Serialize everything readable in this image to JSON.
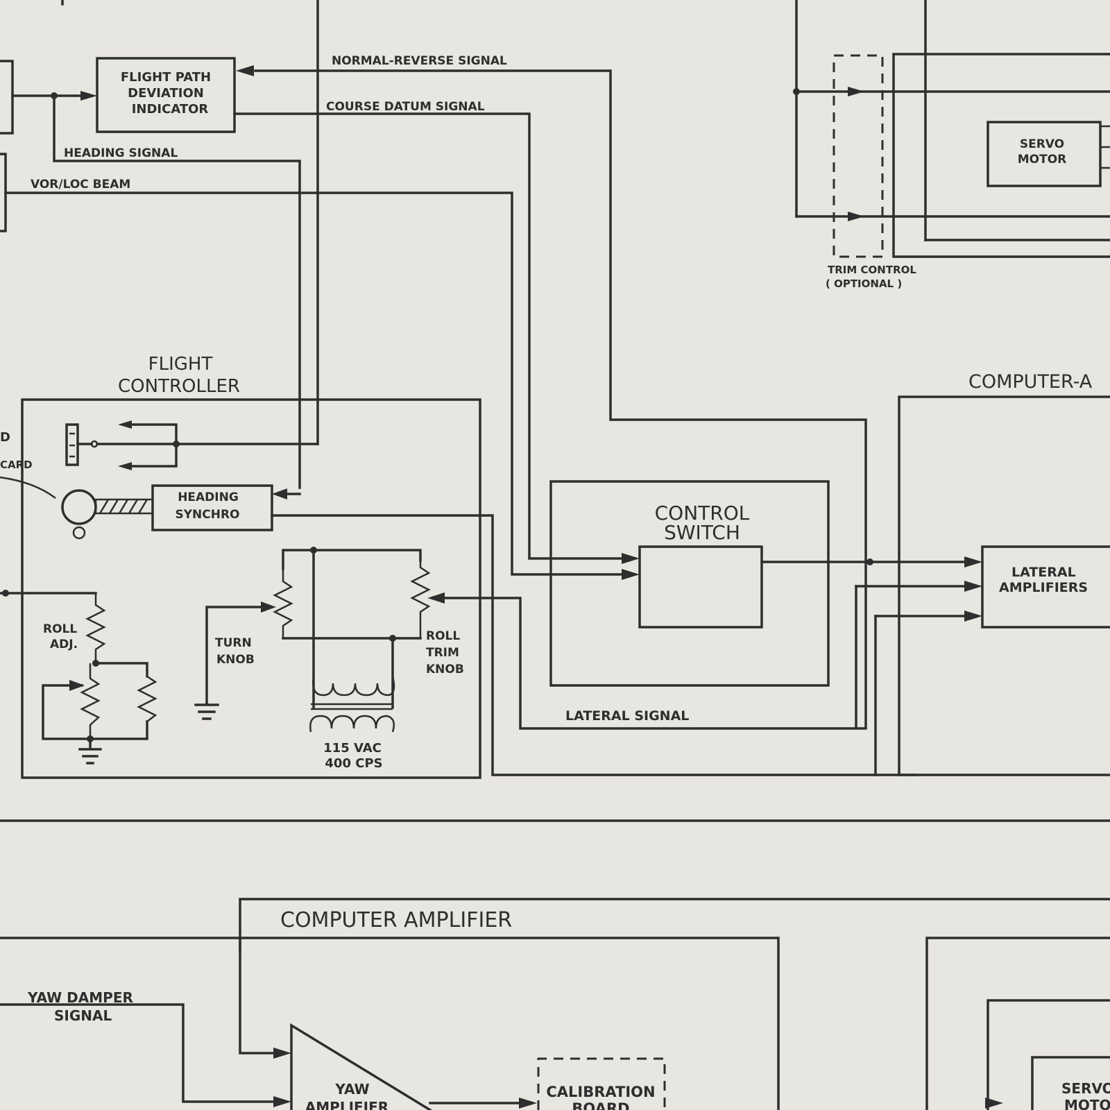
{
  "blocks": {
    "fpdi": [
      "FLIGHT PATH",
      "DEVIATION",
      "INDICATOR"
    ],
    "servo_top": [
      "SERVO",
      "MOTOR"
    ],
    "heading_synchro": [
      "HEADING",
      "SYNCHRO"
    ],
    "control_switch": [
      "CONTROL",
      "SWITCH"
    ],
    "lateral_amplifiers": [
      "LATERAL",
      "AMPLIFIERS"
    ],
    "yaw_amplifier": [
      "YAW",
      "AMPLIFIER"
    ],
    "calibration_board": [
      "CALIBRATION",
      "BOARD"
    ],
    "servo_bottom": [
      "SERVO",
      "MOTOR"
    ]
  },
  "titles": {
    "flight_controller": [
      "FLIGHT",
      "CONTROLLER"
    ],
    "computer_amplifier_right": "COMPUTER-A",
    "computer_amplifier_bottom": "COMPUTER  AMPLIFIER"
  },
  "signals": {
    "normal_reverse": "NORMAL-REVERSE  SIGNAL",
    "course_datum": "COURSE  DATUM  SIGNAL",
    "heading": "HEADING  SIGNAL",
    "vor_loc": "VOR/LOC  BEAM",
    "lateral": "LATERAL   SIGNAL",
    "yaw_damper": [
      "YAW  DAMPER",
      "SIGNAL"
    ]
  },
  "components": {
    "trim_control": [
      "TRIM CONTROL",
      "( OPTIONAL )"
    ],
    "roll_adj": [
      "ROLL",
      "ADJ."
    ],
    "turn_knob": [
      "TURN",
      "KNOB"
    ],
    "roll_trim_knob": [
      "ROLL",
      "TRIM",
      "KNOB"
    ],
    "power": [
      "115 VAC",
      "400 CPS"
    ],
    "card_fragment": [
      "D",
      "CARD"
    ]
  }
}
